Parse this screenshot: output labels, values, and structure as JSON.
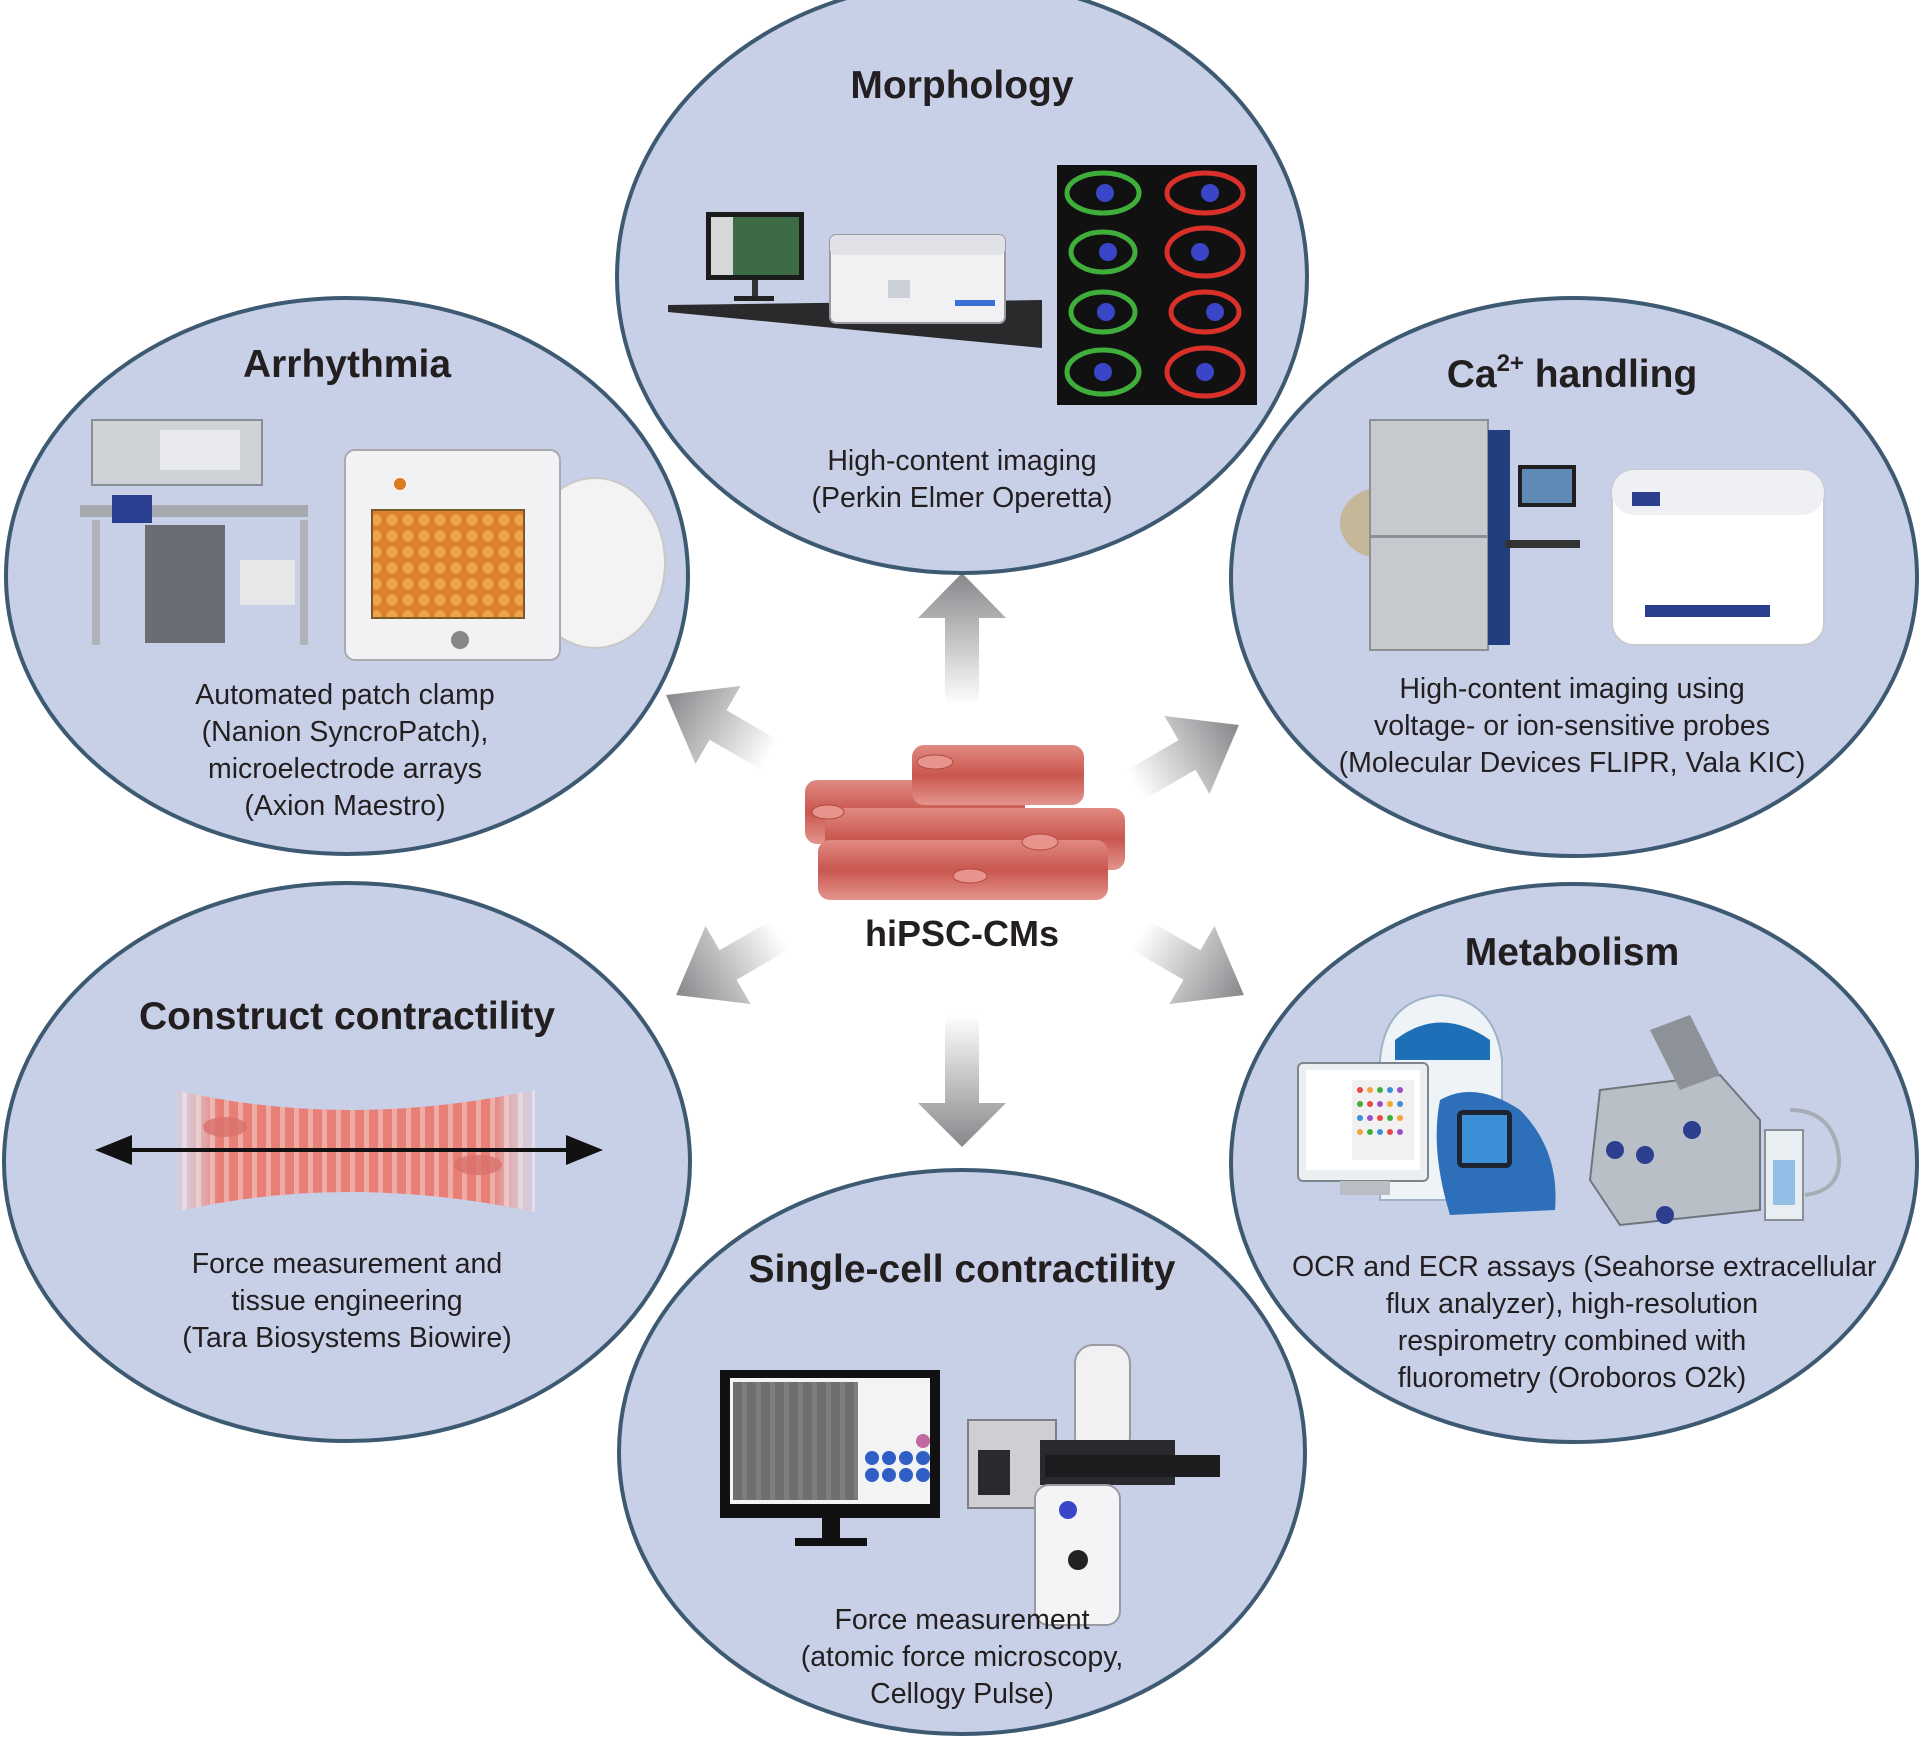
{
  "center": {
    "label": "hiPSC-CMs"
  },
  "panels": {
    "morphology": {
      "title": "Morphology",
      "caption": [
        "High-content imaging",
        "(Perkin Elmer Operetta)"
      ]
    },
    "arrhythmia": {
      "title": "Arrhythmia",
      "caption": [
        "Automated patch clamp",
        "(Nanion SyncroPatch),",
        "microelectrode arrays",
        "(Axion Maestro)"
      ]
    },
    "ca_handling": {
      "title_main": "Ca",
      "title_sup": "2+",
      "title_rest": " handling",
      "caption": [
        "High-content imaging using",
        "voltage- or ion-sensitive probes",
        "(Molecular Devices FLIPR, Vala KIC)"
      ]
    },
    "construct": {
      "title": "Construct contractility",
      "caption": [
        "Force measurement and",
        "tissue engineering",
        "(Tara Biosystems Biowire)"
      ]
    },
    "metabolism": {
      "title": "Metabolism",
      "caption": [
        "OCR and ECR assays (Seahorse extracellular",
        "flux analyzer), high-resolution",
        "respirometry combined with",
        "fluorometry (Oroboros O2k)"
      ]
    },
    "single_cell": {
      "title": "Single-cell contractility",
      "caption": [
        "Force measurement",
        "(atomic force microscopy,",
        "Cellogy Pulse)"
      ]
    }
  },
  "colors": {
    "panel_fill": "#c8d0e8",
    "panel_stroke": "#3d5a72",
    "arrow_dark": "#8a8a8d",
    "cell_fill": "#cf6a62",
    "stain_green": "#3fae3a",
    "stain_red": "#d9302a",
    "stain_blue": "#3a46c8"
  }
}
